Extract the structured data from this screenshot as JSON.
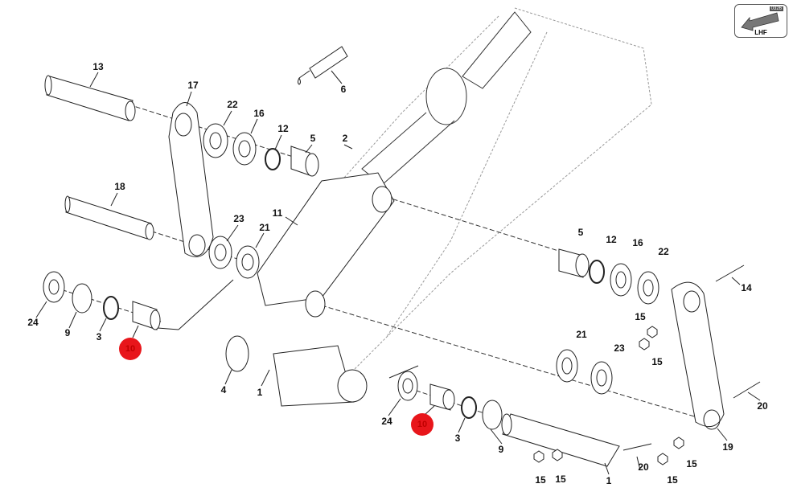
{
  "orientation_badge": {
    "label": "LHF",
    "code": "0326",
    "arrow_color": "#777777"
  },
  "highlight_color": "#e8161b",
  "callouts": [
    {
      "id": "13",
      "highlight": false
    },
    {
      "id": "17",
      "highlight": false
    },
    {
      "id": "22",
      "highlight": false
    },
    {
      "id": "16",
      "highlight": false
    },
    {
      "id": "12",
      "highlight": false
    },
    {
      "id": "5",
      "highlight": false
    },
    {
      "id": "2",
      "highlight": false
    },
    {
      "id": "6",
      "highlight": false
    },
    {
      "id": "18",
      "highlight": false
    },
    {
      "id": "23",
      "highlight": false
    },
    {
      "id": "21",
      "highlight": false
    },
    {
      "id": "11",
      "highlight": false
    },
    {
      "id": "24",
      "highlight": false
    },
    {
      "id": "9",
      "highlight": false
    },
    {
      "id": "3",
      "highlight": false
    },
    {
      "id": "10",
      "highlight": true
    },
    {
      "id": "5",
      "highlight": false
    },
    {
      "id": "12",
      "highlight": false
    },
    {
      "id": "16",
      "highlight": false
    },
    {
      "id": "22",
      "highlight": false
    },
    {
      "id": "14",
      "highlight": false
    },
    {
      "id": "15",
      "highlight": false
    },
    {
      "id": "15",
      "highlight": false
    },
    {
      "id": "21",
      "highlight": false
    },
    {
      "id": "23",
      "highlight": false
    },
    {
      "id": "4",
      "highlight": false
    },
    {
      "id": "1",
      "highlight": false
    },
    {
      "id": "24",
      "highlight": false
    },
    {
      "id": "10",
      "highlight": true
    },
    {
      "id": "3",
      "highlight": false
    },
    {
      "id": "9",
      "highlight": false
    },
    {
      "id": "20",
      "highlight": false
    },
    {
      "id": "19",
      "highlight": false
    },
    {
      "id": "15",
      "highlight": false
    },
    {
      "id": "20",
      "highlight": false
    },
    {
      "id": "15",
      "highlight": false
    },
    {
      "id": "15",
      "highlight": false
    },
    {
      "id": "1",
      "highlight": false
    },
    {
      "id": "15",
      "highlight": false
    }
  ]
}
